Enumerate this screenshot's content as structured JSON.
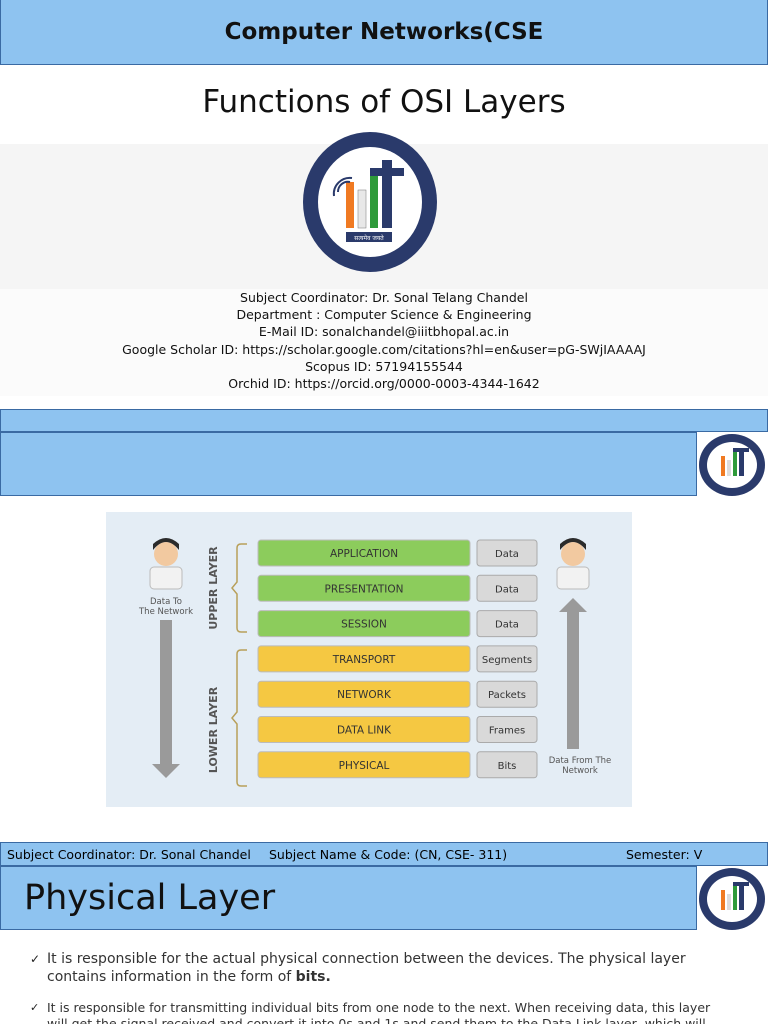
{
  "header": {
    "title": "Computer Networks(CSE"
  },
  "slide_title": "Functions of OSI Layers",
  "info": {
    "lines": [
      "Subject Coordinator: Dr. Sonal Telang Chandel",
      "Department : Computer Science & Engineering",
      "E-Mail ID: sonalchandel@iiitbhopal.ac.in",
      "Google Scholar ID: https://scholar.google.com/citations?hl=en&user=pG-SWjIAAAAJ",
      "Scopus ID: 57194155544",
      "Orchid ID: https://orcid.org/0000-0003-4344-1642"
    ]
  },
  "diagram": {
    "upper_label": "UPPER LAYER",
    "lower_label": "LOWER LAYER",
    "left_caption": [
      "Data To",
      "The Network"
    ],
    "right_caption": [
      "Data From The",
      "Network"
    ],
    "layers": [
      {
        "name": "APPLICATION",
        "unit": "Data",
        "group": "upper"
      },
      {
        "name": "PRESENTATION",
        "unit": "Data",
        "group": "upper"
      },
      {
        "name": "SESSION",
        "unit": "Data",
        "group": "upper"
      },
      {
        "name": "TRANSPORT",
        "unit": "Segments",
        "group": "lower"
      },
      {
        "name": "NETWORK",
        "unit": "Packets",
        "group": "lower"
      },
      {
        "name": "DATA LINK",
        "unit": "Frames",
        "group": "lower"
      },
      {
        "name": "PHYSICAL",
        "unit": "Bits",
        "group": "lower"
      }
    ],
    "colors": {
      "upper": "#8ccc5c",
      "lower": "#f5c842",
      "unit": "#d9d9d9"
    }
  },
  "footer": {
    "coordinator": "Subject Coordinator: Dr. Sonal Chandel",
    "subject": "Subject Name & Code:   (CN, CSE- 311)",
    "semester": "Semester:  V"
  },
  "section": {
    "title": "Physical Layer"
  },
  "bullets": {
    "b1_text": "It is responsible for the actual physical connection between the devices. The physical layer contains information in the form of ",
    "b1_bold": "bits.",
    "b2_text": "It is responsible for transmitting individual bits from one node to the next. When receiving data, this layer will get the signal received and convert it into 0s and 1s and send them to the Data Link layer, which will"
  },
  "logo": {
    "bottom_text": "सत्यमेव जयते"
  },
  "theme": {
    "band": "#8ec3f0",
    "band_border": "#3a6aa3"
  }
}
